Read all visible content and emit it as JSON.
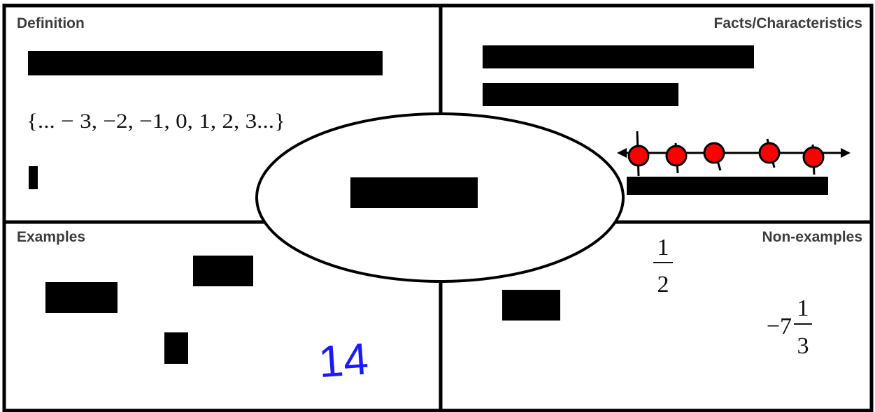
{
  "quadrants": {
    "definition": {
      "label": "Definition",
      "set_notation": "{... − 3, −2, −1, 0, 1, 2, 3...}"
    },
    "facts": {
      "label": "Facts/Characteristics"
    },
    "examples": {
      "label": "Examples",
      "handwritten_value": "14"
    },
    "non_examples": {
      "label": "Non-examples",
      "fraction_half": {
        "numerator": "1",
        "denominator": "2"
      },
      "mixed_number": {
        "whole": "−7",
        "numerator": "1",
        "denominator": "3"
      }
    }
  },
  "number_line": {
    "point_count": 5,
    "point_color": "#ff0000"
  },
  "colors": {
    "redaction": "#000000",
    "ink": "#1a1aff",
    "border": "#000000"
  }
}
